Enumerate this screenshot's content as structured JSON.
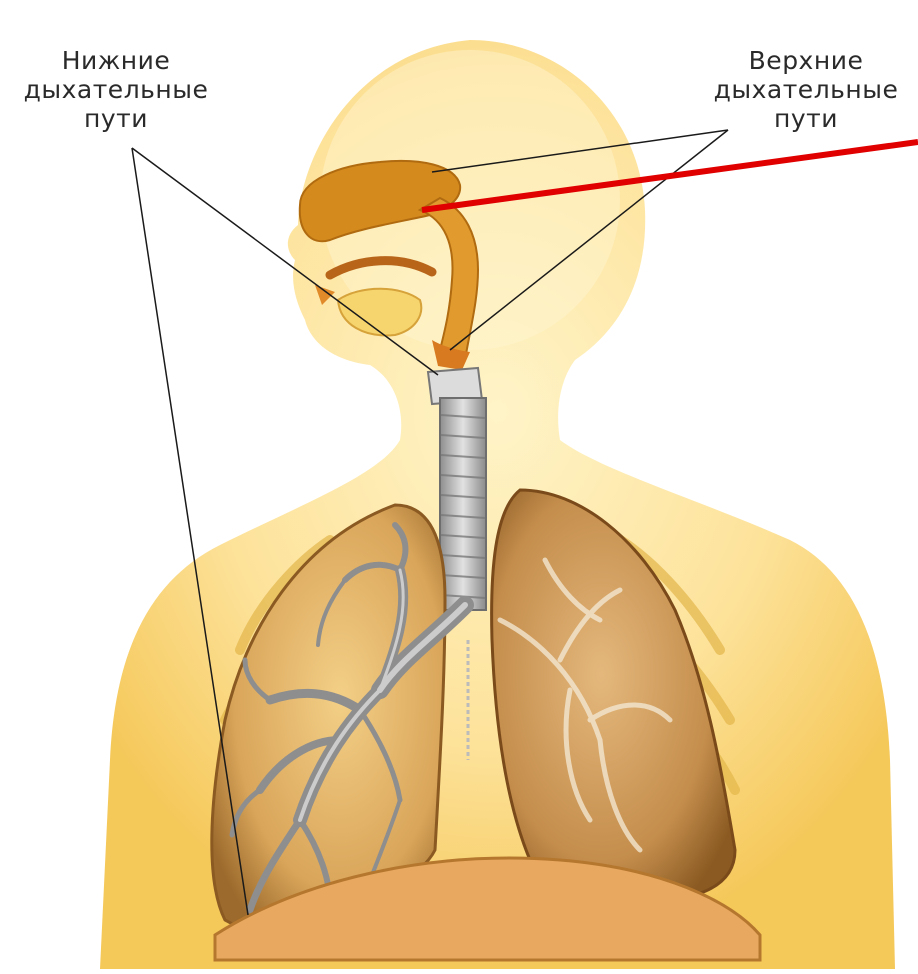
{
  "labels": {
    "lower_airways": [
      "Нижние",
      "дыхательные",
      "пути"
    ],
    "upper_airways": [
      "Верхние",
      "дыхательные",
      "пути"
    ]
  },
  "colors": {
    "body_light": "#fde9a8",
    "body_mid": "#f8d878",
    "body_edge": "#f2c45a",
    "nasal_cavity": "#d08a1e",
    "lung": "#c99a5a",
    "lung_dark": "#8a5a22",
    "trachea": "#b8b8b8",
    "pointer_red": "#e00000",
    "leader_line": "#1a1a1a"
  }
}
